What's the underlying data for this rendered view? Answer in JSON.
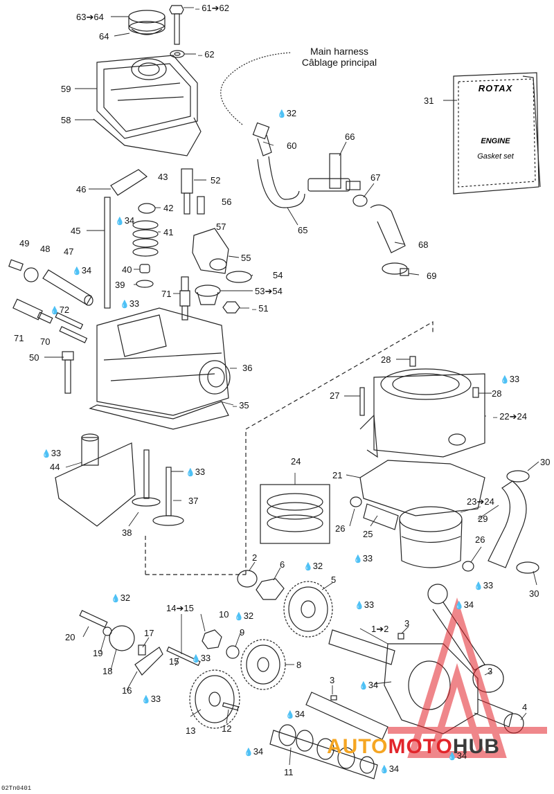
{
  "colors": {
    "line": "#222222",
    "watermark_red": "#e2252b",
    "watermark_orange": "#f5a623",
    "watermark_dark": "#3a3a3a"
  },
  "harness_note": {
    "line1": "Main harness",
    "line2": "Câblage principal"
  },
  "gasket_box": {
    "brand": "ROTAX",
    "line1": "ENGINE",
    "line2": "Gasket set"
  },
  "watermark": {
    "part1": "AUTO",
    "part2": "MOTO",
    "part3": "HUB"
  },
  "ref_code": "02Tn0401",
  "callouts": {
    "c63_64": "63➔64",
    "c61_62": "61➔62",
    "c64": "64",
    "c62": "62",
    "c59": "59",
    "c58": "58",
    "c31": "31",
    "c32a": "32",
    "c60": "60",
    "c66": "66",
    "c67": "67",
    "c65": "65",
    "c68": "68",
    "c69": "69",
    "c52": "52",
    "c43": "43",
    "c46": "46",
    "c56": "56",
    "c42": "42",
    "c57": "57",
    "c34a": "34",
    "c45": "45",
    "c41": "41",
    "c55": "55",
    "c49": "49",
    "c48": "48",
    "c47": "47",
    "c34b": "34",
    "c40": "40",
    "c54": "54",
    "c39": "39",
    "c53_54": "53➔54",
    "c71a": "71",
    "c33a": "33",
    "c51": "51",
    "c72": "72",
    "c71b": "71",
    "c70": "70",
    "c50": "50",
    "c36": "36",
    "c28a": "28",
    "c33b": "33",
    "c27": "27",
    "c28b": "28",
    "c35": "35",
    "c22_24": "22➔24",
    "c33c": "33",
    "c33d": "33",
    "c44": "44",
    "c24": "24",
    "c30a": "30",
    "c21": "21",
    "c37": "37",
    "c23_24": "23➔24",
    "c38": "38",
    "c26a": "26",
    "c25": "25",
    "c29": "29",
    "c26b": "26",
    "c33e": "33",
    "c33f": "33",
    "c30b": "30",
    "c2": "2",
    "c6": "6",
    "c32b": "32",
    "c5": "5",
    "c32c": "32",
    "c33g": "33",
    "c34c": "34",
    "c14_15": "14➔15",
    "c10": "10",
    "c32d": "32",
    "c1_2": "1➔2",
    "c3a": "3",
    "c20": "20",
    "c19": "19",
    "c17": "17",
    "c9": "9",
    "c15": "15",
    "c33h": "33",
    "c8": "8",
    "c18": "18",
    "c16": "16",
    "c33i": "33",
    "c34d": "34",
    "c3b": "3",
    "c3c": "3",
    "c34e": "34",
    "c13": "13",
    "c12": "12",
    "c4": "4",
    "c34f": "34",
    "c11": "11",
    "c34g": "34",
    "c34h": "34"
  }
}
